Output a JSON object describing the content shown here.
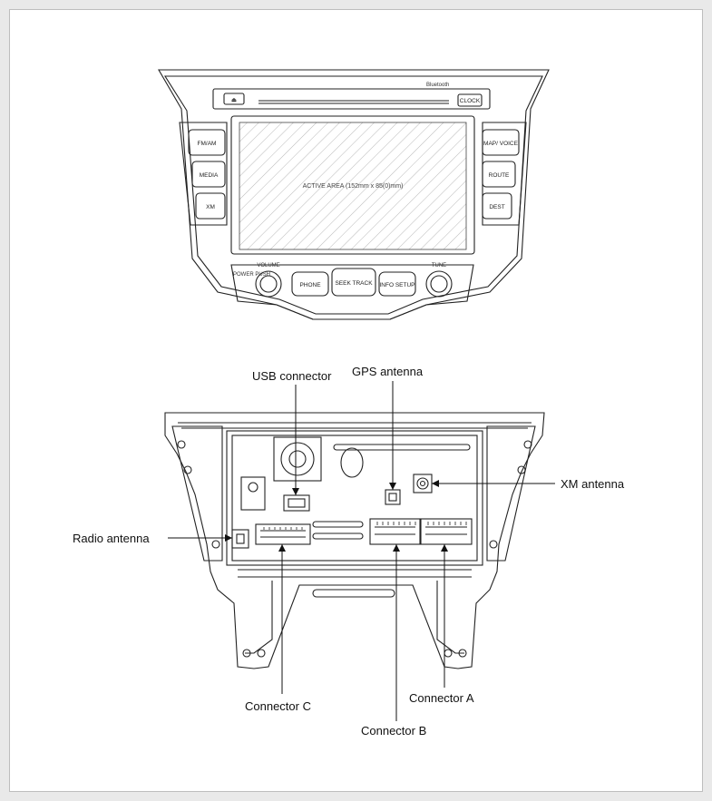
{
  "front_unit": {
    "top_left_icon": "eject-icon",
    "bluetooth_text": "Bluetooth",
    "clock_button": "CLOCK",
    "left_buttons": [
      "FM/AM",
      "MEDIA",
      "XM"
    ],
    "right_buttons": [
      "MAP/ VOICE",
      "ROUTE",
      "DEST"
    ],
    "screen_text": "ACTIVE AREA (152mm x 85(0)mm)",
    "power_label": "POWER PUSH",
    "volume_label": "VOLUME",
    "tune_label": "TUNE",
    "bottom_buttons": [
      "PHONE",
      "SEEK TRACK",
      "INFO SETUP"
    ]
  },
  "callouts": {
    "usb_connector": "USB connector",
    "gps_antenna": "GPS antenna",
    "xm_antenna": "XM antenna",
    "radio_antenna": "Radio antenna",
    "connector_c": "Connector C",
    "connector_b": "Connector B",
    "connector_a": "Connector A"
  },
  "colors": {
    "line": "#222222",
    "hatch": "#9a9a9a",
    "border": "#bdbdbd"
  }
}
